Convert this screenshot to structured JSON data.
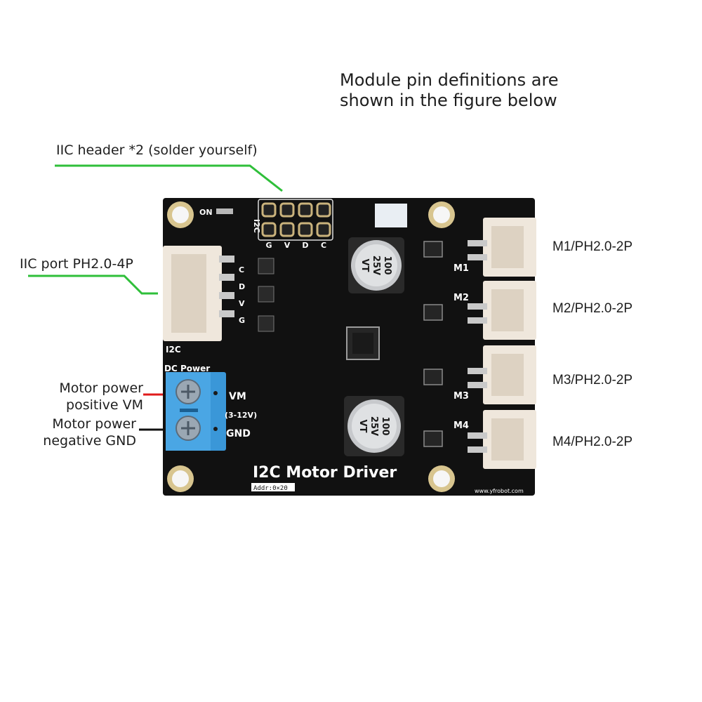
{
  "heading": {
    "line1": "Module pin definitions are",
    "line2": "shown in the figure below"
  },
  "callouts": {
    "iic_header": "IIC header *2 (solder yourself)",
    "iic_port": "IIC port PH2.0-4P",
    "vm_line1": "Motor power",
    "vm_line2": "positive VM",
    "gnd_line1": "Motor power",
    "gnd_line2": "negative GND",
    "m1": "M1/PH2.0-2P",
    "m2": "M2/PH2.0-2P",
    "m3": "M3/PH2.0-2P",
    "m4": "M4/PH2.0-2P"
  },
  "board": {
    "title": "I2C Motor Driver",
    "addr": "Addr:0×20",
    "website": "www.yfrobot.com",
    "on_label": "ON",
    "i2c_vertical": "I2C",
    "header_pins": [
      "G",
      "V",
      "D",
      "C"
    ],
    "port_pins": [
      "C",
      "D",
      "V",
      "G"
    ],
    "i2c_label": "I2C",
    "dc_power": "DC Power",
    "vm": "VM",
    "voltage": "(3-12V)",
    "gnd": "GND",
    "motor_labels": [
      "M1",
      "M2",
      "M3",
      "M4"
    ],
    "capacitor_text": [
      "100",
      "25V",
      "VT"
    ]
  },
  "colors": {
    "board": "#111111",
    "green_line": "#2fbf3a",
    "red_wire": "#e01b1b",
    "black_wire": "#111111",
    "terminal": "#3a97d8",
    "connector": "#efe7dc"
  }
}
